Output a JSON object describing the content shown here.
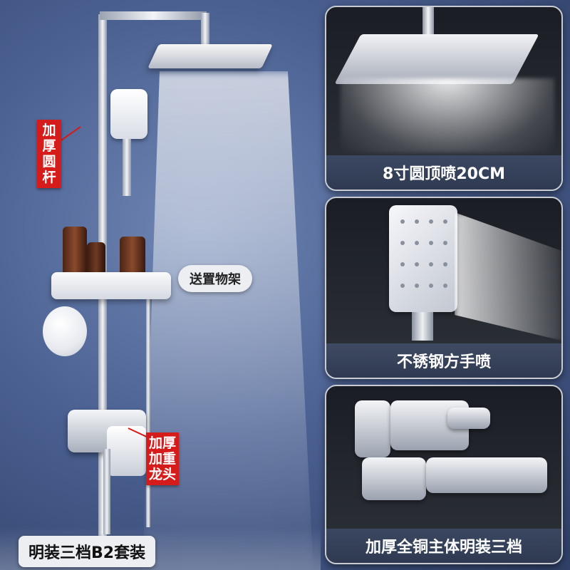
{
  "labels": {
    "thick_pole": "加厚圆杆",
    "shelf": "送置物架",
    "thick_faucet": "加厚加重龙头",
    "bundle": "明装三档B2套装"
  },
  "panels": [
    {
      "caption": "8寸圆顶喷20CM"
    },
    {
      "caption": "不锈钢方手喷"
    },
    {
      "caption": "加厚全铜主体明装三档"
    }
  ],
  "colors": {
    "background": "#4b6192",
    "tag_red": "#d61b1b",
    "panel_dark": "#1a1d24",
    "caption_bar": "#2f3a52"
  }
}
